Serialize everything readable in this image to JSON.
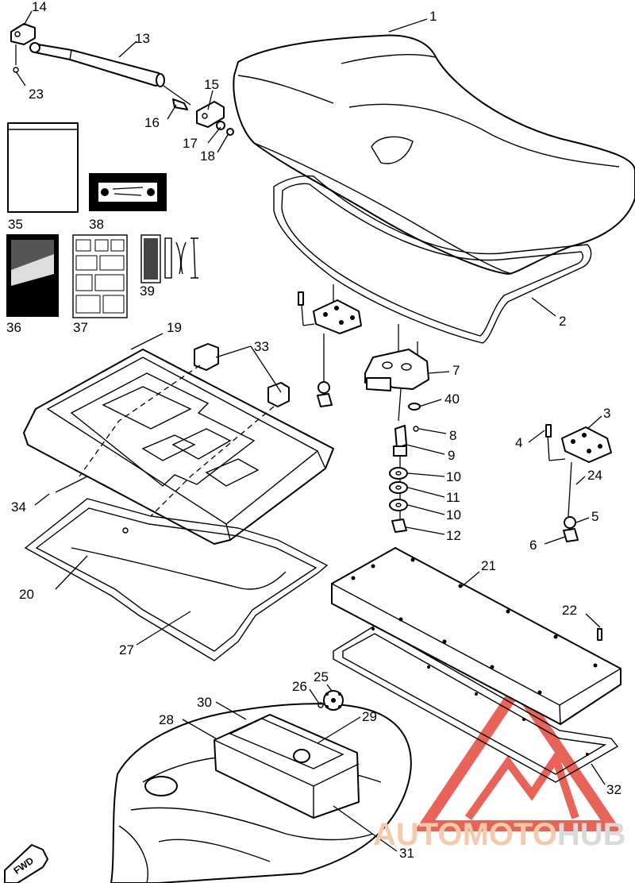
{
  "callouts": [
    {
      "id": "1",
      "label": "1"
    },
    {
      "id": "2",
      "label": "2"
    },
    {
      "id": "3",
      "label": "3"
    },
    {
      "id": "4",
      "label": "4"
    },
    {
      "id": "5",
      "label": "5"
    },
    {
      "id": "6",
      "label": "6"
    },
    {
      "id": "7",
      "label": "7"
    },
    {
      "id": "8",
      "label": "8"
    },
    {
      "id": "9",
      "label": "9"
    },
    {
      "id": "10a",
      "label": "10"
    },
    {
      "id": "11",
      "label": "11"
    },
    {
      "id": "10b",
      "label": "10"
    },
    {
      "id": "12",
      "label": "12"
    },
    {
      "id": "13",
      "label": "13"
    },
    {
      "id": "14",
      "label": "14"
    },
    {
      "id": "15",
      "label": "15"
    },
    {
      "id": "16",
      "label": "16"
    },
    {
      "id": "17",
      "label": "17"
    },
    {
      "id": "18",
      "label": "18"
    },
    {
      "id": "19",
      "label": "19"
    },
    {
      "id": "20",
      "label": "20"
    },
    {
      "id": "21",
      "label": "21"
    },
    {
      "id": "22",
      "label": "22"
    },
    {
      "id": "23",
      "label": "23"
    },
    {
      "id": "24",
      "label": "24"
    },
    {
      "id": "25",
      "label": "25"
    },
    {
      "id": "26",
      "label": "26"
    },
    {
      "id": "27",
      "label": "27"
    },
    {
      "id": "28",
      "label": "28"
    },
    {
      "id": "29",
      "label": "29"
    },
    {
      "id": "30",
      "label": "30"
    },
    {
      "id": "31",
      "label": "31"
    },
    {
      "id": "32",
      "label": "32"
    },
    {
      "id": "33",
      "label": "33"
    },
    {
      "id": "34",
      "label": "34"
    },
    {
      "id": "35",
      "label": "35"
    },
    {
      "id": "36",
      "label": "36"
    },
    {
      "id": "37",
      "label": "37"
    },
    {
      "id": "38",
      "label": "38"
    },
    {
      "id": "39",
      "label": "39"
    },
    {
      "id": "40",
      "label": "40"
    }
  ],
  "fwd_label": "FWD",
  "watermark": {
    "part1": "AUTO",
    "part2": "MOTO",
    "part3": "HUB",
    "color1": "#f6c9a8",
    "color2": "#d9d9d9",
    "triangle_color": "#e64a3c"
  },
  "colors": {
    "line": "#000000",
    "background": "#ffffff"
  }
}
